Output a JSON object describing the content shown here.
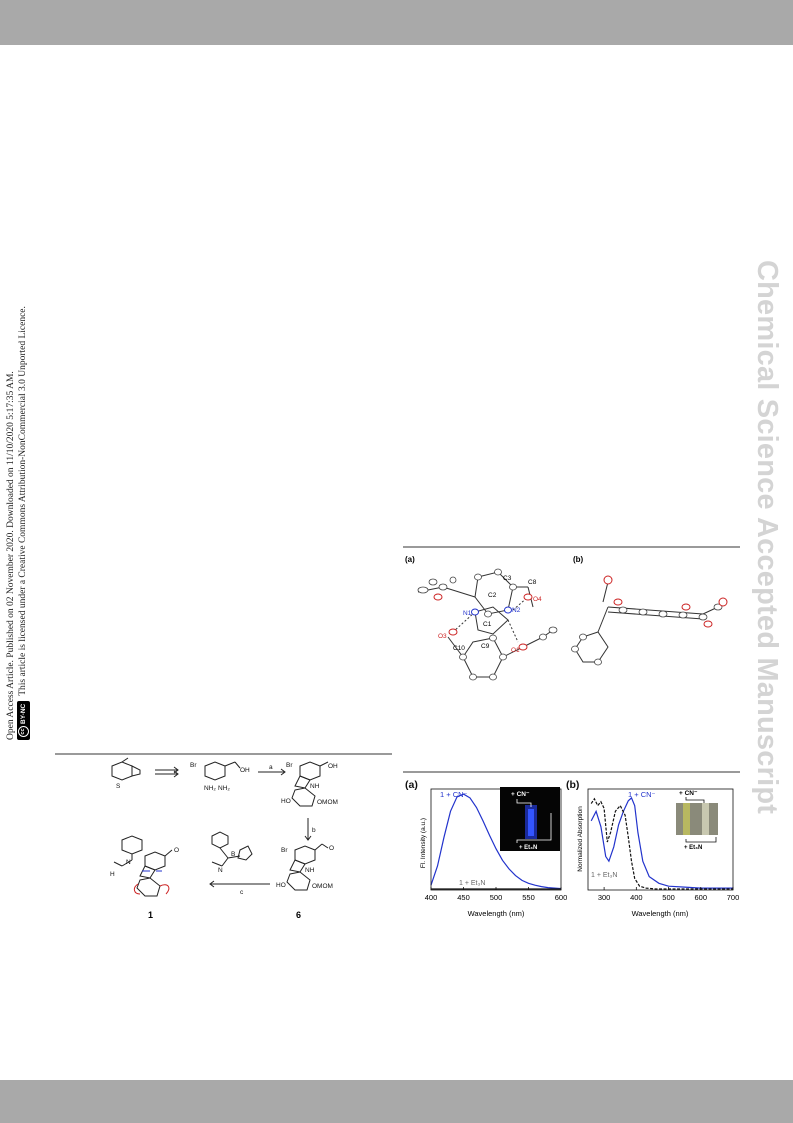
{
  "notice": {
    "line1": "Open Access Article. Published on 02 November 2020. Downloaded on 11/10/2020 5:17:35 AM.",
    "line2": "This article is licensed under a Creative Commons Attribution-NonCommercial 3.0 Unported Licence.",
    "badge_cc": "cc",
    "badge_text": "BY-NC"
  },
  "watermark": "Chemical Science Accepted Manuscript",
  "crystal_figure": {
    "panel_a": "(a)",
    "panel_b": "(b)",
    "atom_labels": [
      "C3",
      "C8",
      "C2",
      "N1",
      "N2",
      "O4",
      "C1",
      "O3",
      "C9",
      "O1",
      "C10"
    ]
  },
  "scheme": {
    "arrow_a": "a",
    "arrow_b": "b",
    "arrow_c": "c",
    "compound_1": "1",
    "compound_6": "6",
    "groups": {
      "br": "Br",
      "oh": "OH",
      "nh2_a": "NH₂",
      "nh2_b": "NH₂",
      "omom": "OMOM",
      "ho": "HO",
      "nh": "NH",
      "s": "S",
      "n": "N",
      "o": "O",
      "b": "B",
      "h": "H"
    }
  },
  "spectra": {
    "panel_a": "(a)",
    "panel_b": "(b)",
    "inset_a": {
      "top": "+ CN⁻",
      "bottom": "+ Et₃N"
    },
    "inset_b": {
      "top": "+ CN⁻",
      "bottom": "+ Et₃N"
    },
    "chart_a_label_cn": "1 + CN⁻",
    "chart_a_label_et": "1 + Et₃N",
    "chart_b_label_cn": "1 + CN⁻",
    "chart_b_label_et": "1 + Et₃N"
  },
  "chart_data": [
    {
      "type": "line",
      "xlabel": "Wavelength (nm)",
      "ylabel": "Fl. Intensity (a.u.)",
      "xlim": [
        400,
        600
      ],
      "xticks": [
        "400",
        "450",
        "500",
        "550",
        "600"
      ],
      "series": [
        {
          "name": "1 + CN⁻",
          "color": "#2233cc",
          "x": [
            400,
            410,
            420,
            430,
            440,
            450,
            460,
            470,
            480,
            490,
            500,
            510,
            520,
            530,
            540,
            550,
            560,
            570,
            580,
            590,
            600
          ],
          "y": [
            0.05,
            0.25,
            0.55,
            0.82,
            0.97,
            1.0,
            0.96,
            0.86,
            0.72,
            0.57,
            0.43,
            0.31,
            0.22,
            0.15,
            0.1,
            0.07,
            0.05,
            0.035,
            0.025,
            0.02,
            0.015
          ]
        },
        {
          "name": "1 + Et₃N",
          "color": "#111111",
          "x": [
            400,
            450,
            500,
            550,
            600
          ],
          "y": [
            0.01,
            0.01,
            0.01,
            0.01,
            0.01
          ]
        }
      ]
    },
    {
      "type": "line",
      "xlabel": "Wavelength (nm)",
      "ylabel": "Normalized Absorption",
      "xlim": [
        250,
        700
      ],
      "xticks": [
        "300",
        "400",
        "500",
        "600",
        "700"
      ],
      "series": [
        {
          "name": "1 + CN⁻",
          "color": "#2233cc",
          "x": [
            260,
            275,
            290,
            305,
            315,
            330,
            345,
            360,
            375,
            385,
            395,
            405,
            420,
            440,
            470,
            500,
            550,
            600,
            650,
            700
          ],
          "y": [
            0.72,
            0.82,
            0.66,
            0.35,
            0.3,
            0.45,
            0.68,
            0.82,
            0.93,
            0.96,
            0.88,
            0.6,
            0.3,
            0.14,
            0.07,
            0.04,
            0.03,
            0.02,
            0.02,
            0.02
          ]
        },
        {
          "name": "1 + Et₃N",
          "color": "#111111",
          "dashed": true,
          "x": [
            260,
            270,
            280,
            290,
            300,
            310,
            320,
            335,
            350,
            365,
            375,
            385,
            395,
            410,
            430,
            460,
            500,
            600,
            700
          ],
          "y": [
            0.9,
            0.95,
            0.88,
            0.92,
            0.85,
            0.5,
            0.6,
            0.82,
            0.88,
            0.78,
            0.55,
            0.3,
            0.12,
            0.04,
            0.02,
            0.01,
            0.01,
            0.01,
            0.01
          ]
        }
      ]
    }
  ]
}
